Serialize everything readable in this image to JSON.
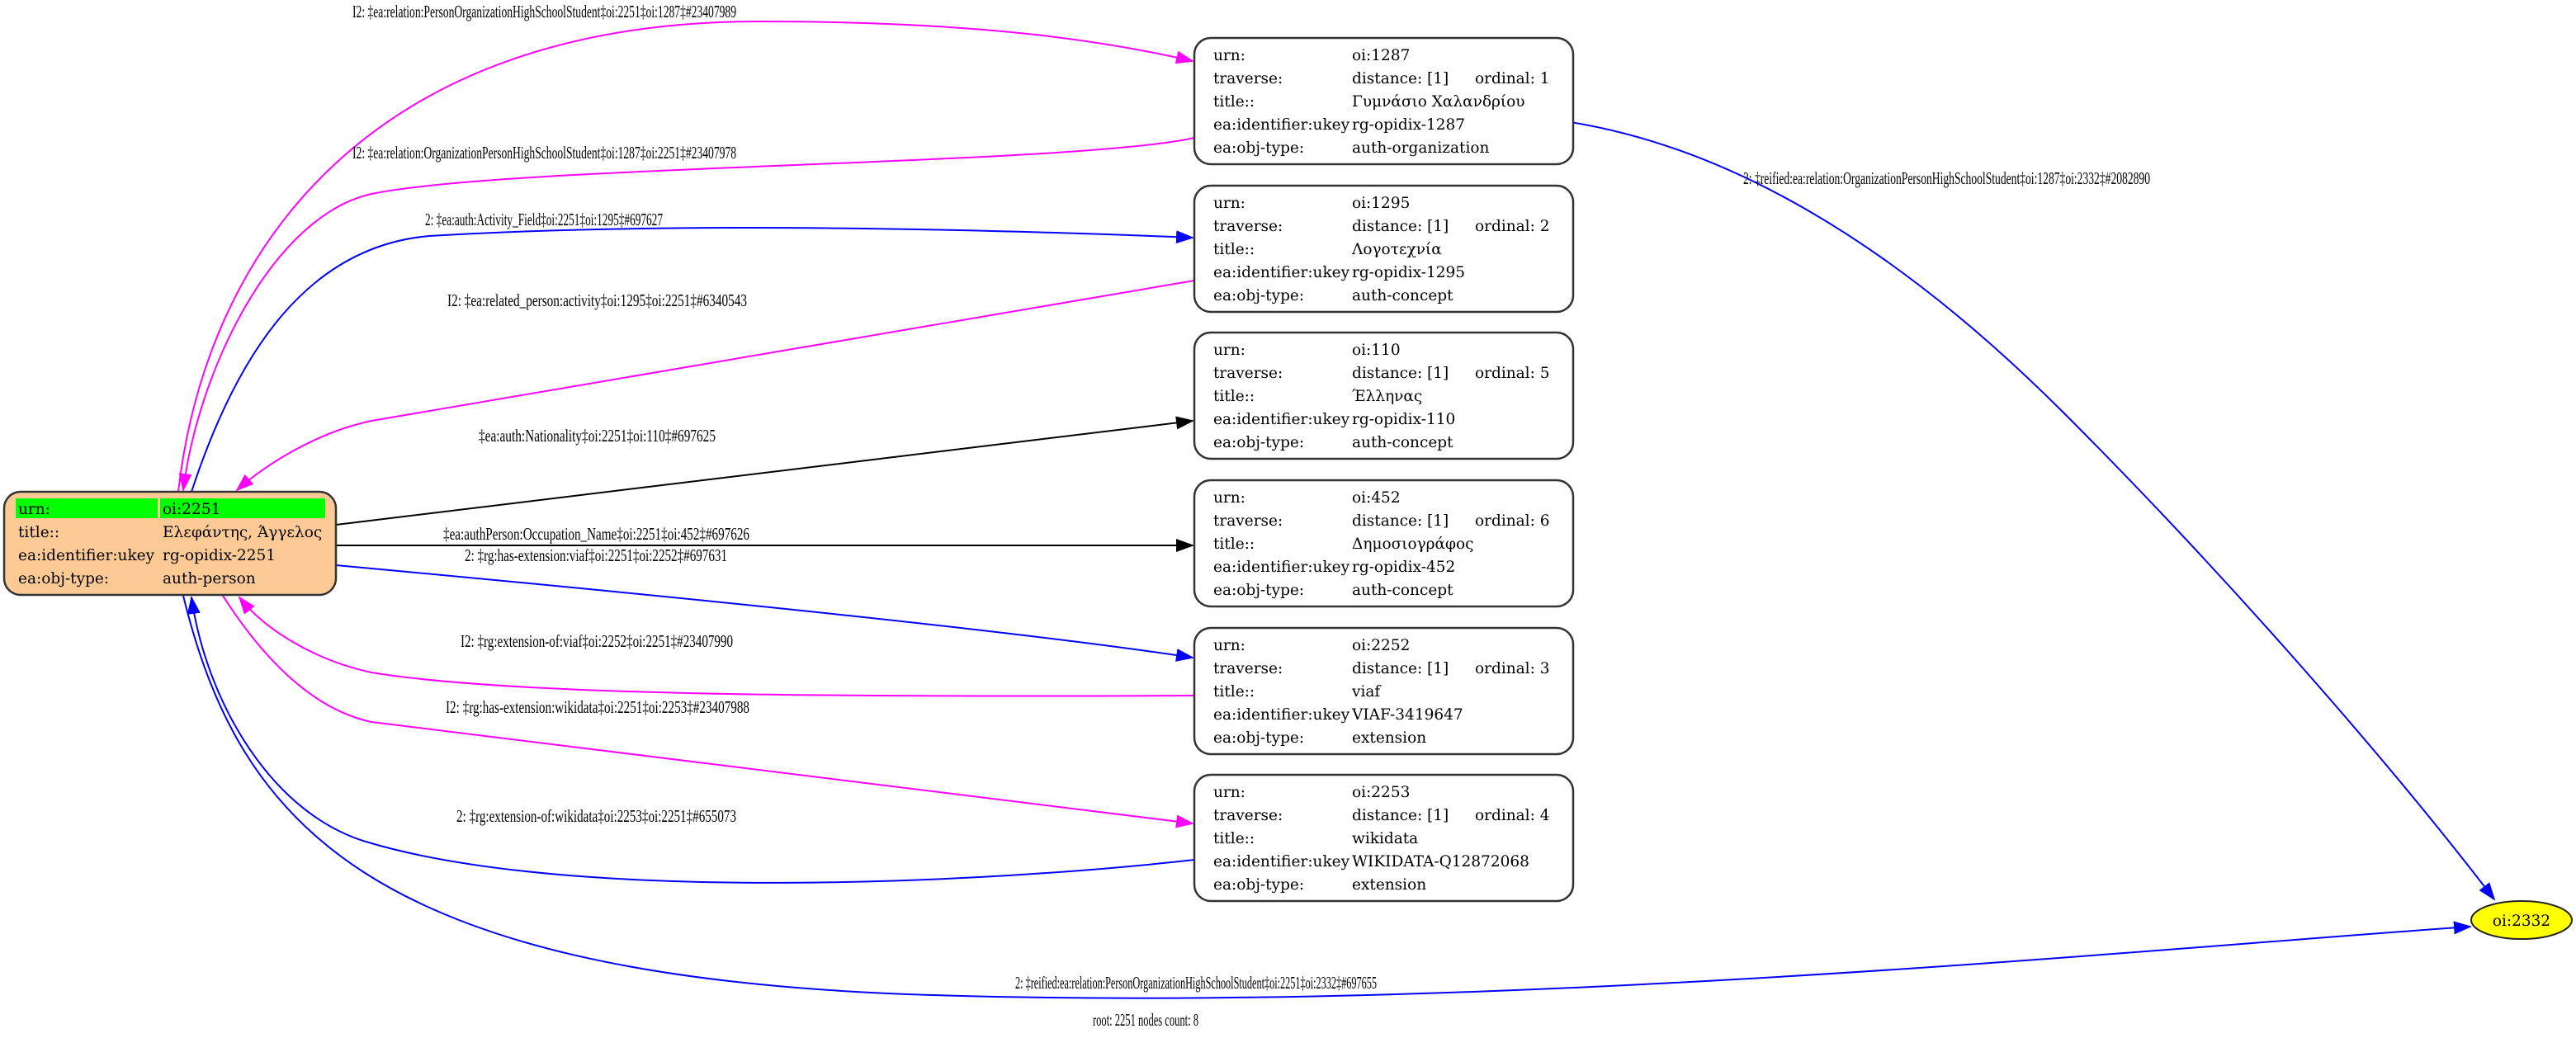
{
  "graph": {
    "footer": "root: 2251 nodes count: 8",
    "colors": {
      "inverse": "#ff00ff",
      "forward": "#0000ff",
      "plain": "#000000",
      "root_fill": "#fdca96",
      "root_highlight": "#00ff00",
      "leaf_fill": "#ffff00"
    },
    "root": {
      "rows": [
        {
          "key": "urn:",
          "value": "oi:2251"
        },
        {
          "key": "title::",
          "value": "Ελεφάντης, Άγγελος"
        },
        {
          "key": "ea:identifier:ukey",
          "value": "rg-opidix-2251"
        },
        {
          "key": "ea:obj-type:",
          "value": "auth-person"
        }
      ]
    },
    "nodes": [
      {
        "id": "oi:1287",
        "rows": [
          {
            "key": "urn:",
            "value": "oi:1287"
          },
          {
            "key": "traverse:",
            "value": "distance: [1]",
            "extra": "ordinal: 1"
          },
          {
            "key": "title::",
            "value": "Γυμνάσιο Χαλανδρίου"
          },
          {
            "key": "ea:identifier:ukey",
            "value": "rg-opidix-1287"
          },
          {
            "key": "ea:obj-type:",
            "value": "auth-organization"
          }
        ]
      },
      {
        "id": "oi:1295",
        "rows": [
          {
            "key": "urn:",
            "value": "oi:1295"
          },
          {
            "key": "traverse:",
            "value": "distance: [1]",
            "extra": "ordinal: 2"
          },
          {
            "key": "title::",
            "value": "Λογοτεχνία"
          },
          {
            "key": "ea:identifier:ukey",
            "value": "rg-opidix-1295"
          },
          {
            "key": "ea:obj-type:",
            "value": "auth-concept"
          }
        ]
      },
      {
        "id": "oi:110",
        "rows": [
          {
            "key": "urn:",
            "value": "oi:110"
          },
          {
            "key": "traverse:",
            "value": "distance: [1]",
            "extra": "ordinal: 5"
          },
          {
            "key": "title::",
            "value": "Έλληνας"
          },
          {
            "key": "ea:identifier:ukey",
            "value": "rg-opidix-110"
          },
          {
            "key": "ea:obj-type:",
            "value": "auth-concept"
          }
        ]
      },
      {
        "id": "oi:452",
        "rows": [
          {
            "key": "urn:",
            "value": "oi:452"
          },
          {
            "key": "traverse:",
            "value": "distance: [1]",
            "extra": "ordinal: 6"
          },
          {
            "key": "title::",
            "value": "Δημοσιογράφος"
          },
          {
            "key": "ea:identifier:ukey",
            "value": "rg-opidix-452"
          },
          {
            "key": "ea:obj-type:",
            "value": "auth-concept"
          }
        ]
      },
      {
        "id": "oi:2252",
        "rows": [
          {
            "key": "urn:",
            "value": "oi:2252"
          },
          {
            "key": "traverse:",
            "value": "distance: [1]",
            "extra": "ordinal: 3"
          },
          {
            "key": "title::",
            "value": "viaf"
          },
          {
            "key": "ea:identifier:ukey",
            "value": "VIAF-3419647"
          },
          {
            "key": "ea:obj-type:",
            "value": "extension"
          }
        ]
      },
      {
        "id": "oi:2253",
        "rows": [
          {
            "key": "urn:",
            "value": "oi:2253"
          },
          {
            "key": "traverse:",
            "value": "distance: [1]",
            "extra": "ordinal: 4"
          },
          {
            "key": "title::",
            "value": "wikidata"
          },
          {
            "key": "ea:identifier:ukey",
            "value": "WIKIDATA-Q12872068"
          },
          {
            "key": "ea:obj-type:",
            "value": "extension"
          }
        ]
      }
    ],
    "leaf": {
      "id": "oi:2332",
      "label": "oi:2332"
    },
    "edges": [
      {
        "from": "oi:2251",
        "to": "oi:1287",
        "kind": "inverse",
        "label": "I2: ‡ea:relation:PersonOrganizationHighSchoolStudent‡oi:2251‡oi:1287‡#23407989"
      },
      {
        "from": "oi:1287",
        "to": "oi:2251",
        "kind": "inverse",
        "label": "I2: ‡ea:relation:OrganizationPersonHighSchoolStudent‡oi:1287‡oi:2251‡#23407978"
      },
      {
        "from": "oi:2251",
        "to": "oi:1295",
        "kind": "forward",
        "label": "2: ‡ea:auth:Activity_Field‡oi:2251‡oi:1295‡#697627"
      },
      {
        "from": "oi:1295",
        "to": "oi:2251",
        "kind": "inverse",
        "label": "I2: ‡ea:related_person:activity‡oi:1295‡oi:2251‡#6340543"
      },
      {
        "from": "oi:2251",
        "to": "oi:110",
        "kind": "plain",
        "label": "‡ea:auth:Nationality‡oi:2251‡oi:110‡#697625"
      },
      {
        "from": "oi:2251",
        "to": "oi:452",
        "kind": "plain",
        "label": "‡ea:authPerson:Occupation_Name‡oi:2251‡oi:452‡#697626"
      },
      {
        "from": "oi:2251",
        "to": "oi:2252",
        "kind": "forward",
        "label": "2: ‡rg:has-extension:viaf‡oi:2251‡oi:2252‡#697631"
      },
      {
        "from": "oi:2252",
        "to": "oi:2251",
        "kind": "inverse",
        "label": "I2: ‡rg:extension-of:viaf‡oi:2252‡oi:2251‡#23407990"
      },
      {
        "from": "oi:2251",
        "to": "oi:2253",
        "kind": "inverse",
        "label": "I2: ‡rg:has-extension:wikidata‡oi:2251‡oi:2253‡#23407988"
      },
      {
        "from": "oi:2253",
        "to": "oi:2251",
        "kind": "forward",
        "label": "2: ‡rg:extension-of:wikidata‡oi:2253‡oi:2251‡#655073"
      },
      {
        "from": "oi:2251",
        "to": "oi:2332",
        "kind": "forward",
        "label": "2: ‡reified:ea:relation:PersonOrganizationHighSchoolStudent‡oi:2251‡oi:2332‡#697655"
      },
      {
        "from": "oi:1287",
        "to": "oi:2332",
        "kind": "forward",
        "label": "2: ‡reified:ea:relation:OrganizationPersonHighSchoolStudent‡oi:1287‡oi:2332‡#2082890"
      }
    ]
  }
}
